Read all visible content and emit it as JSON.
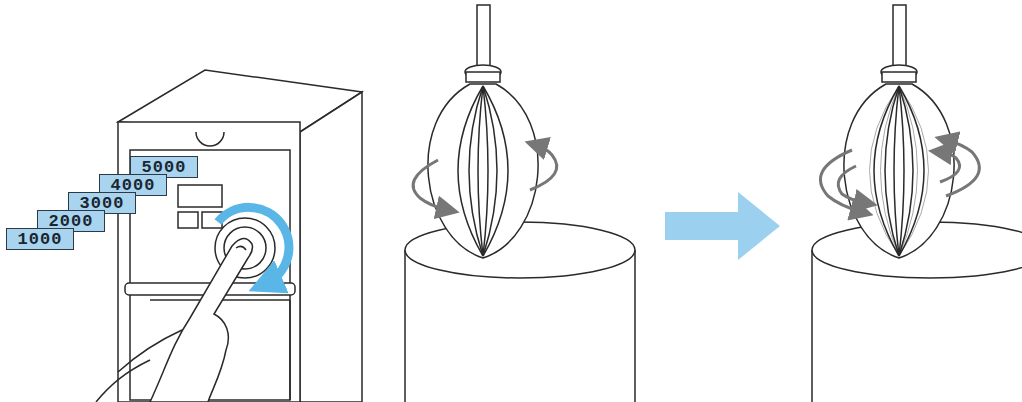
{
  "diagram": {
    "nodes": [
      {
        "text": [
          "5000"
        ]
      },
      {
        "text": [
          "4000"
        ]
      },
      {
        "text": [
          "3000"
        ]
      },
      {
        "text": [
          "2000"
        ]
      },
      {
        "text": [
          "1000"
        ]
      }
    ]
  }
}
